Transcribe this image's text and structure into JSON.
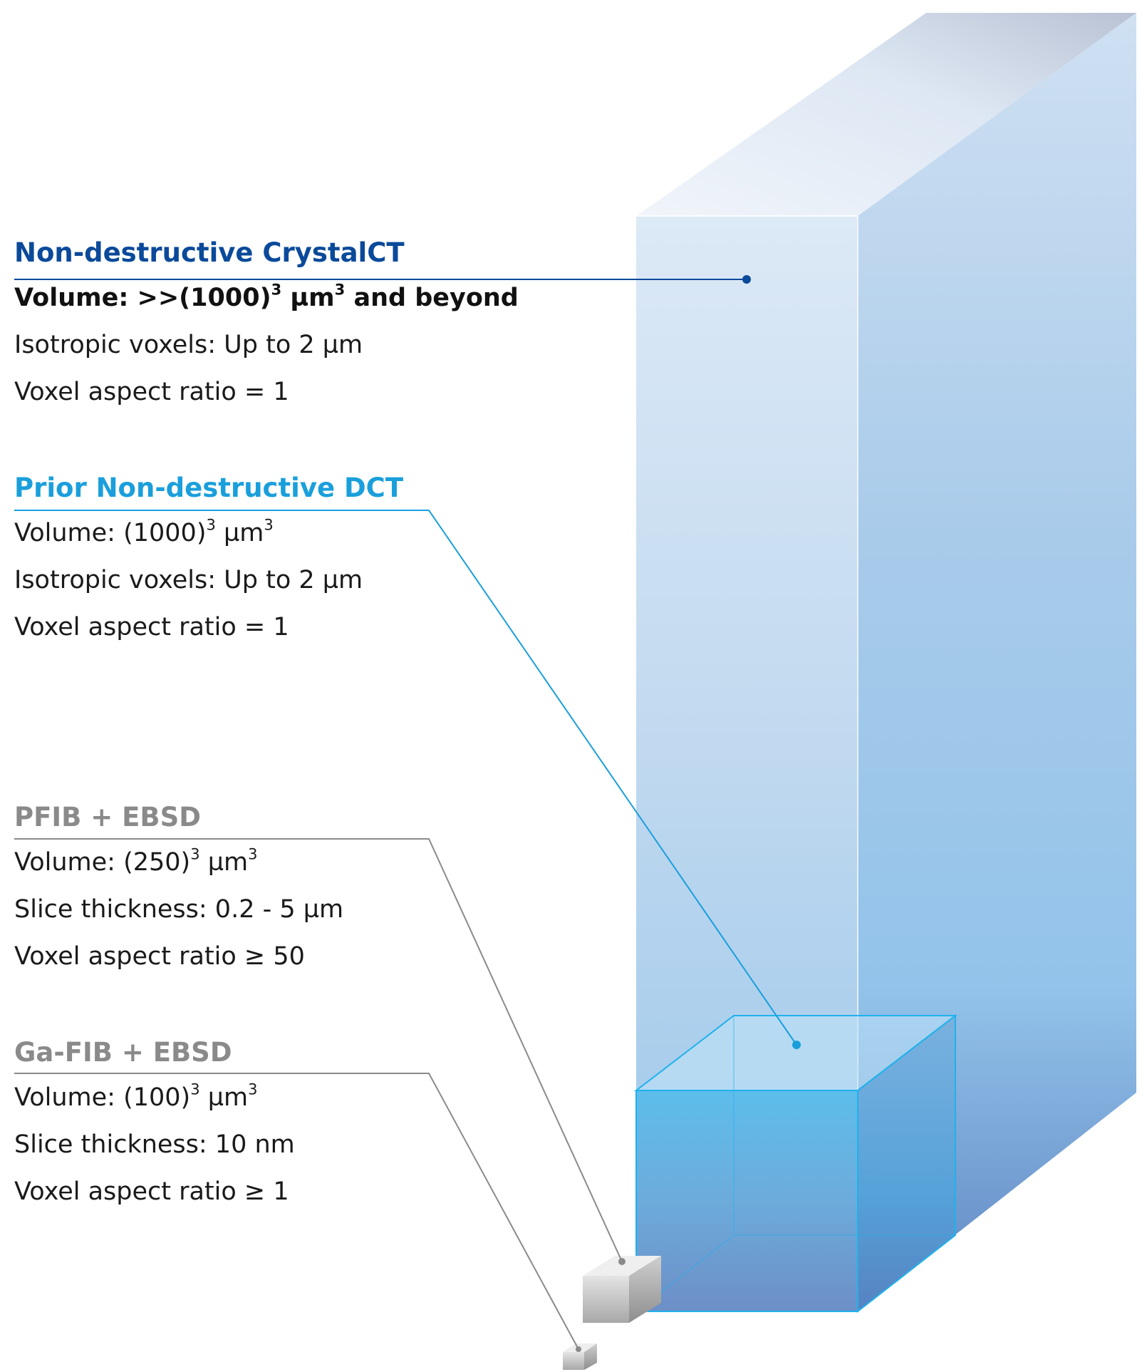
{
  "colors": {
    "crystalct": "#0b4a9a",
    "dct": "#1a9fdc",
    "grey": "#8a8a8a",
    "text": "#1a1a1a"
  },
  "sections": [
    {
      "title": "Non-destructive CrystalCT",
      "lines": [
        {
          "text": "Volume: >>(1000)",
          "sup1": "3",
          "mid": " µm",
          "sup2": "3",
          "end": " and beyond"
        },
        {
          "text": "Isotropic voxels: Up to 2 µm"
        },
        {
          "text": "Voxel aspect ratio = 1"
        }
      ]
    },
    {
      "title": "Prior Non-destructive DCT",
      "lines": [
        {
          "text": "Volume: (1000)",
          "sup1": "3",
          "mid": " µm",
          "sup2": "3",
          "end": ""
        },
        {
          "text": "Isotropic voxels: Up to 2 µm"
        },
        {
          "text": "Voxel aspect ratio = 1"
        }
      ]
    },
    {
      "title": "PFIB + EBSD",
      "lines": [
        {
          "text": "Volume: (250)",
          "sup1": "3",
          "mid": " µm",
          "sup2": "3",
          "end": ""
        },
        {
          "text": "Slice thickness: 0.2 - 5 µm"
        },
        {
          "text": "Voxel aspect ratio ≥ 50"
        }
      ]
    },
    {
      "title": "Ga-FIB + EBSD",
      "lines": [
        {
          "text": "Volume: (100)",
          "sup1": "3",
          "mid": " µm",
          "sup2": "3",
          "end": ""
        },
        {
          "text": "Slice thickness: 10 nm"
        },
        {
          "text": "Voxel aspect ratio ≥ 1"
        }
      ]
    }
  ]
}
